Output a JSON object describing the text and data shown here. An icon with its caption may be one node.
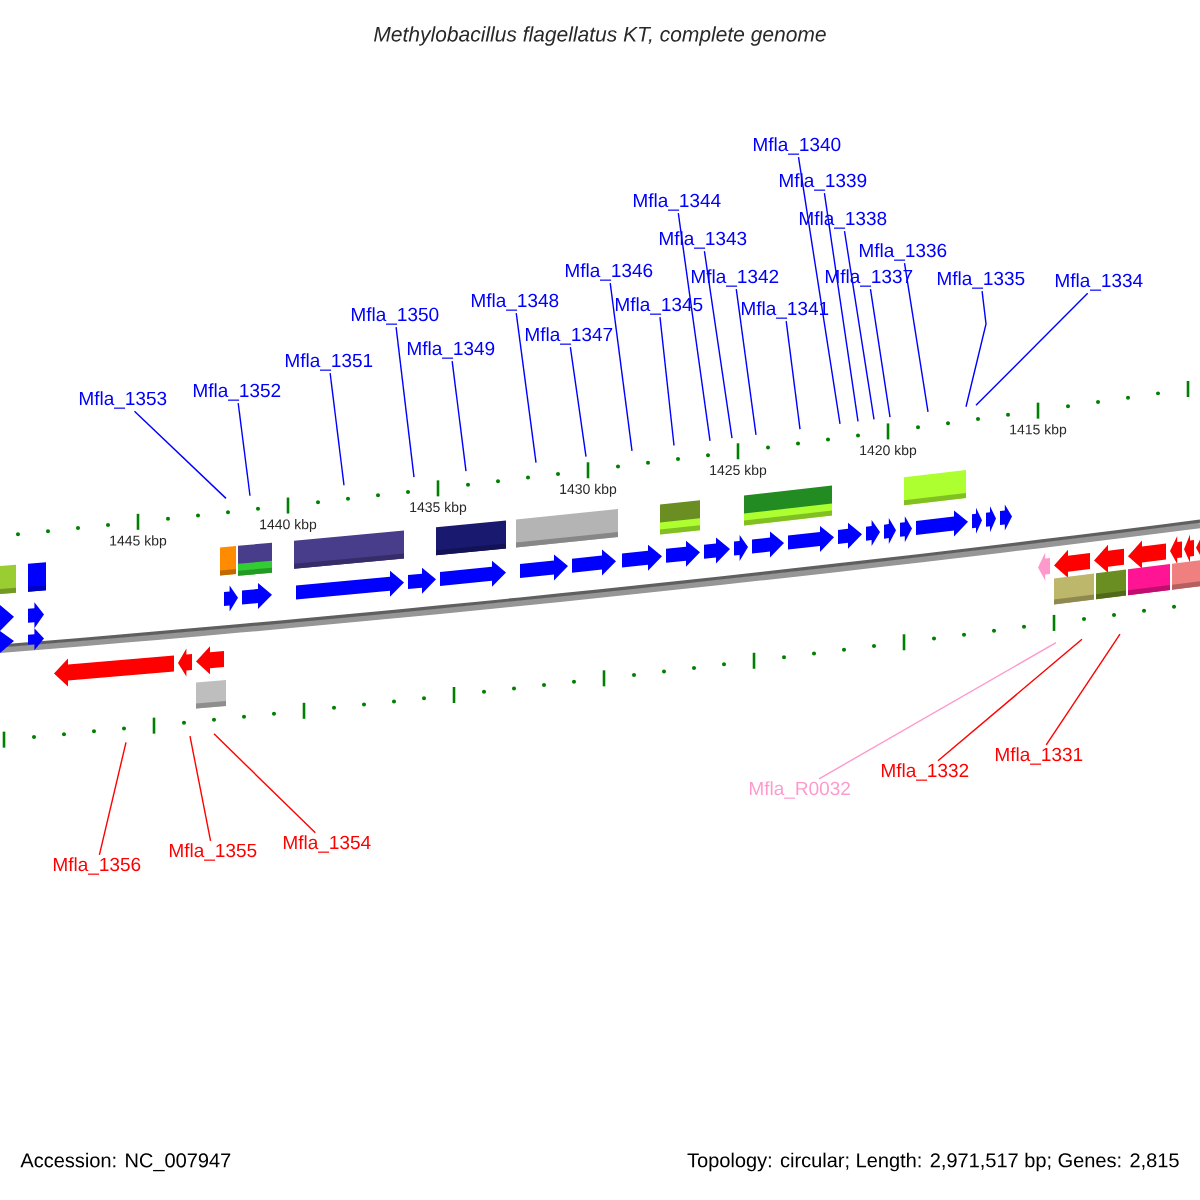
{
  "diagram": {
    "title": "Methylobacillus flagellatus KT, complete genome",
    "nodes": [
      {
        "text": [
          "Mfla_1353"
        ]
      },
      {
        "text": [
          "Mfla_1352"
        ]
      },
      {
        "text": [
          "Mfla_1351"
        ]
      },
      {
        "text": [
          "Mfla_1350"
        ]
      },
      {
        "text": [
          "Mfla_1349"
        ]
      },
      {
        "text": [
          "Mfla_1348"
        ]
      },
      {
        "text": [
          "Mfla_1347"
        ]
      },
      {
        "text": [
          "Mfla_1346"
        ]
      },
      {
        "text": [
          "Mfla_1345"
        ]
      },
      {
        "text": [
          "Mfla_1344"
        ]
      },
      {
        "text": [
          "Mfla_1343"
        ]
      },
      {
        "text": [
          "Mfla_1342"
        ]
      },
      {
        "text": [
          "Mfla_1341"
        ]
      },
      {
        "text": [
          "Mfla_1340"
        ]
      },
      {
        "text": [
          "Mfla_1339"
        ]
      },
      {
        "text": [
          "Mfla_1338"
        ]
      },
      {
        "text": [
          "Mfla_1337"
        ]
      },
      {
        "text": [
          "Mfla_1336"
        ]
      },
      {
        "text": [
          "Mfla_1335"
        ]
      },
      {
        "text": [
          "Mfla_1334"
        ]
      },
      {
        "text": [
          "Mfla_1356"
        ]
      },
      {
        "text": [
          "Mfla_1355"
        ]
      },
      {
        "text": [
          "Mfla_1354"
        ]
      },
      {
        "text": [
          "Mfla_R0032"
        ]
      },
      {
        "text": [
          "Mfla_1332"
        ]
      },
      {
        "text": [
          "Mfla_1331"
        ]
      }
    ],
    "edges": [
      {
        "from": 0,
        "to": null,
        "arrow": "none"
      },
      {
        "from": 1,
        "to": null,
        "arrow": "none"
      },
      {
        "from": 2,
        "to": null,
        "arrow": "none"
      },
      {
        "from": 3,
        "to": null,
        "arrow": "none"
      },
      {
        "from": 4,
        "to": null,
        "arrow": "none"
      },
      {
        "from": 5,
        "to": null,
        "arrow": "none"
      },
      {
        "from": 6,
        "to": null,
        "arrow": "none"
      },
      {
        "from": 7,
        "to": null,
        "arrow": "none"
      },
      {
        "from": 8,
        "to": null,
        "arrow": "none"
      },
      {
        "from": 9,
        "to": null,
        "arrow": "none"
      },
      {
        "from": 10,
        "to": null,
        "arrow": "none"
      },
      {
        "from": 11,
        "to": null,
        "arrow": "none"
      },
      {
        "from": 12,
        "to": null,
        "arrow": "none"
      },
      {
        "from": 13,
        "to": null,
        "arrow": "none"
      },
      {
        "from": 14,
        "to": null,
        "arrow": "none"
      },
      {
        "from": 15,
        "to": null,
        "arrow": "none"
      },
      {
        "from": 16,
        "to": null,
        "arrow": "none"
      },
      {
        "from": 17,
        "to": null,
        "arrow": "none"
      },
      {
        "from": 18,
        "to": null,
        "arrow": "none"
      },
      {
        "from": 19,
        "to": null,
        "arrow": "none"
      },
      {
        "from": 20,
        "to": null,
        "arrow": "none",
        "color": "#ff0000"
      },
      {
        "from": 21,
        "to": null,
        "arrow": "none",
        "color": "#ff0000"
      },
      {
        "from": 22,
        "to": null,
        "arrow": "none",
        "color": "#ff0000"
      },
      {
        "from": 23,
        "to": null,
        "arrow": "none",
        "color": "#ff99cc"
      },
      {
        "from": 24,
        "to": null,
        "arrow": "none",
        "color": "#ff0000"
      },
      {
        "from": 25,
        "to": null,
        "arrow": "none",
        "color": "#ff0000"
      }
    ],
    "labels": [
      "1445 kbp",
      "1440 kbp",
      "1435 kbp",
      "1430 kbp",
      "1425 kbp",
      "1420 kbp",
      "1415 kbp",
      "Accession: NC_007947",
      "Topology: circular; Length: 2,971,517 bp; Genes: 2,815"
    ]
  }
}
